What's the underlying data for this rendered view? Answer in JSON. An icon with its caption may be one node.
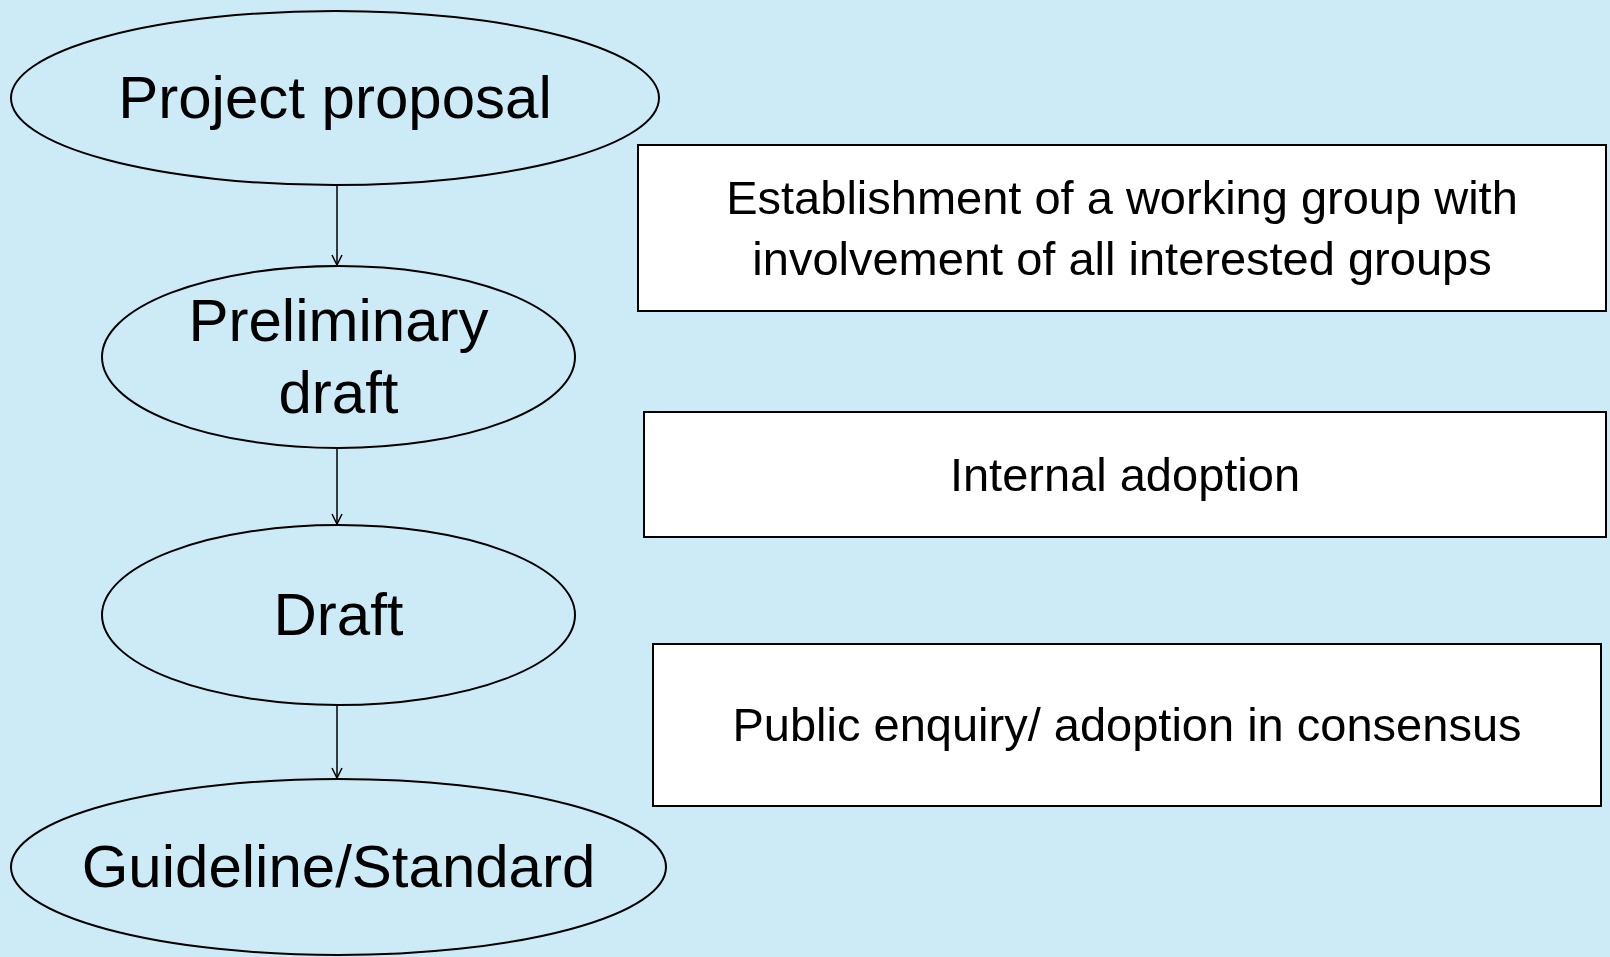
{
  "diagram": {
    "nodes": [
      {
        "text": [
          "Project proposal"
        ]
      },
      {
        "text": [
          "Preliminary draft"
        ]
      },
      {
        "text": [
          "Draft"
        ]
      },
      {
        "text": [
          "Guideline/Standard"
        ]
      },
      {
        "text": [
          "Establishment of a working group with involvement of all interested groups"
        ]
      },
      {
        "text": [
          "Internal adoption"
        ]
      },
      {
        "text": [
          "Public enquiry/ adoption in consensus"
        ]
      }
    ],
    "edges": [
      {
        "from": 0,
        "to": 1,
        "arrow": "to"
      },
      {
        "from": 1,
        "to": 2,
        "arrow": "to"
      },
      {
        "from": 2,
        "to": 3,
        "arrow": "to"
      }
    ]
  }
}
